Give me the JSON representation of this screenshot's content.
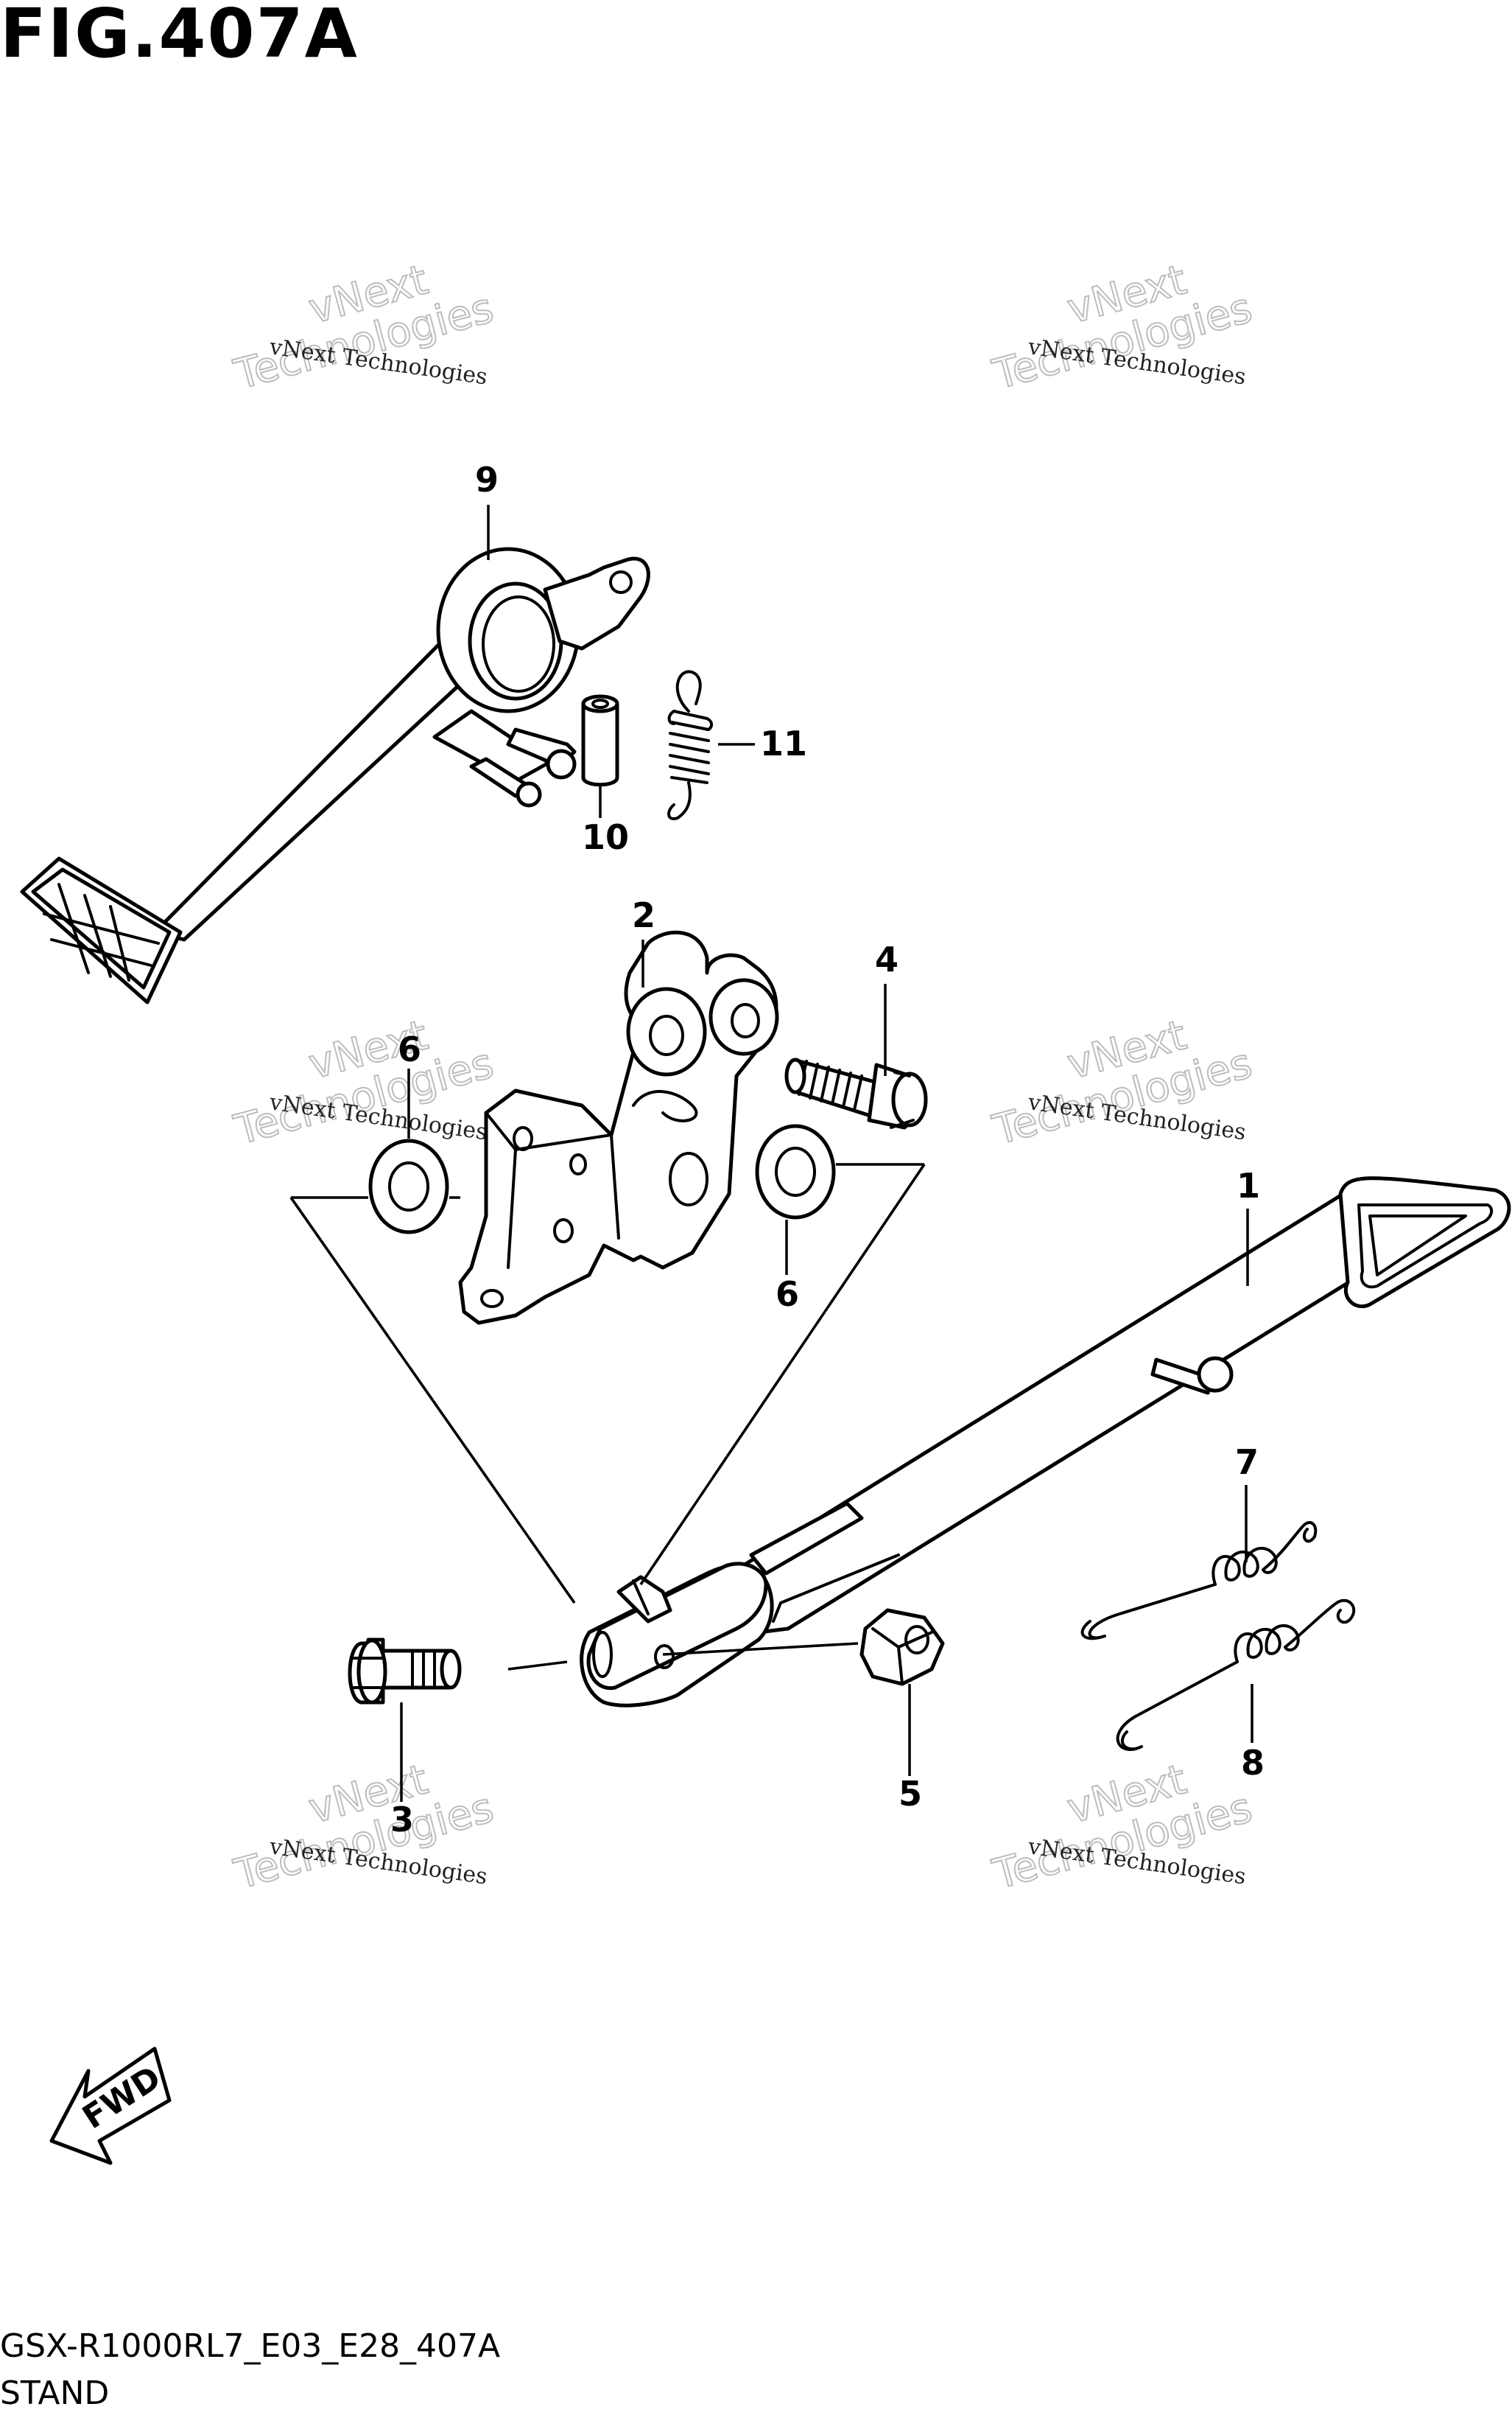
{
  "figure": {
    "title": "FIG.407A"
  },
  "footer": {
    "code": "GSX-R1000RL7_E03_E28_407A",
    "name": "STAND"
  },
  "watermark": {
    "line1": "vNext Technologies",
    "word1": "vNext",
    "word2": "Technologies"
  },
  "callouts": [
    "9",
    "11",
    "10",
    "2",
    "4",
    "6",
    "6",
    "1",
    "7",
    "8",
    "3",
    "5"
  ],
  "direction": {
    "label": "FWD"
  }
}
